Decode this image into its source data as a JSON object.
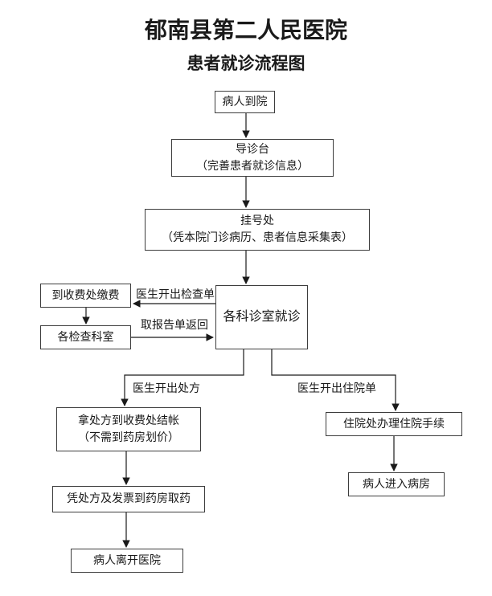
{
  "title": "郁南县第二人民医院",
  "subtitle": "患者就诊流程图",
  "nodes": {
    "arrive": {
      "label": "病人到院"
    },
    "guide": {
      "line1": "导诊台",
      "line2": "（完善患者就诊信息）"
    },
    "register": {
      "line1": "挂号处",
      "line2": "（凭本院门诊病历、患者信息采集表）"
    },
    "pay_fee": {
      "label": "到收费处缴费"
    },
    "exam_depts": {
      "label": "各检查科室"
    },
    "clinic": {
      "label": "各科诊室就诊"
    },
    "settle": {
      "line1": "拿处方到收费处结帐",
      "line2": "（不需到药房划价）"
    },
    "pharmacy": {
      "label": "凭处方及发票到药房取药"
    },
    "leave": {
      "label": "病人离开医院"
    },
    "admission": {
      "label": "住院处办理住院手续"
    },
    "ward": {
      "label": "病人进入病房"
    }
  },
  "edge_labels": {
    "exam_order": "医生开出检查单",
    "report_return": "取报告单返回",
    "prescription": "医生开出处方",
    "admission_order": "医生开出住院单"
  },
  "edges": [
    {
      "from": "arrive",
      "to": "guide"
    },
    {
      "from": "guide",
      "to": "register"
    },
    {
      "from": "register",
      "to": "clinic"
    },
    {
      "from": "clinic",
      "to": "pay_fee",
      "label": "医生开出检查单"
    },
    {
      "from": "pay_fee",
      "to": "exam_depts"
    },
    {
      "from": "exam_depts",
      "to": "clinic",
      "label": "取报告单返回"
    },
    {
      "from": "clinic",
      "to": "settle",
      "label": "医生开出处方"
    },
    {
      "from": "clinic",
      "to": "admission",
      "label": "医生开出住院单"
    },
    {
      "from": "settle",
      "to": "pharmacy"
    },
    {
      "from": "pharmacy",
      "to": "leave"
    },
    {
      "from": "admission",
      "to": "ward"
    }
  ],
  "colors": {
    "background": "#ffffff",
    "box_border": "#3d3d3d",
    "line": "#1a1a1a",
    "text": "#1a1a1a"
  }
}
